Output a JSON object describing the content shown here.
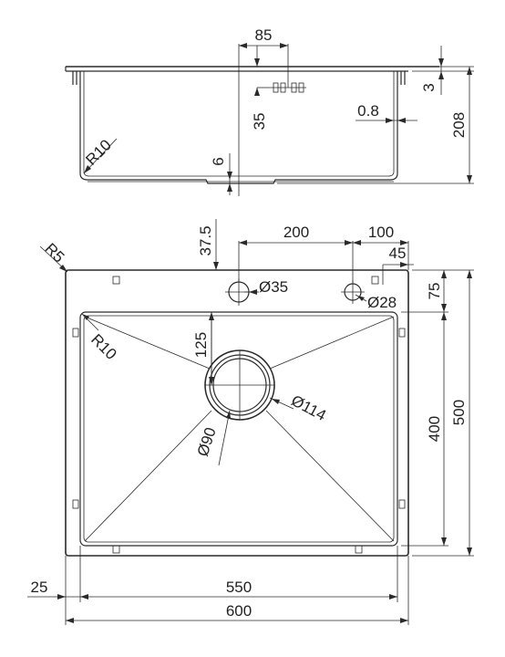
{
  "colors": {
    "line": "#2a2a2a",
    "text": "#222222",
    "background": "#ffffff"
  },
  "side_view": {
    "dims": {
      "drain_width": "85",
      "flange_thickness": "3",
      "drain_depth": "35",
      "wall_thickness": "0.8",
      "total_depth": "208",
      "corner_radius": "R10",
      "bottom_offset": "6"
    }
  },
  "top_view": {
    "dims": {
      "flange_radius": "R5",
      "tap_offset": "37.5",
      "tap_spacing": "200",
      "hole_spacing": "100",
      "hole_offset": "45",
      "tap_hole": "Ø35",
      "overflow_hole": "Ø28",
      "flange_back": "75",
      "drain_offset": "125",
      "inner_radius": "R10",
      "drain_outer": "Ø114",
      "drain_inner": "Ø90",
      "inner_depth": "400",
      "outer_depth": "500",
      "flange_side": "25",
      "inner_width": "550",
      "outer_width": "600"
    }
  }
}
